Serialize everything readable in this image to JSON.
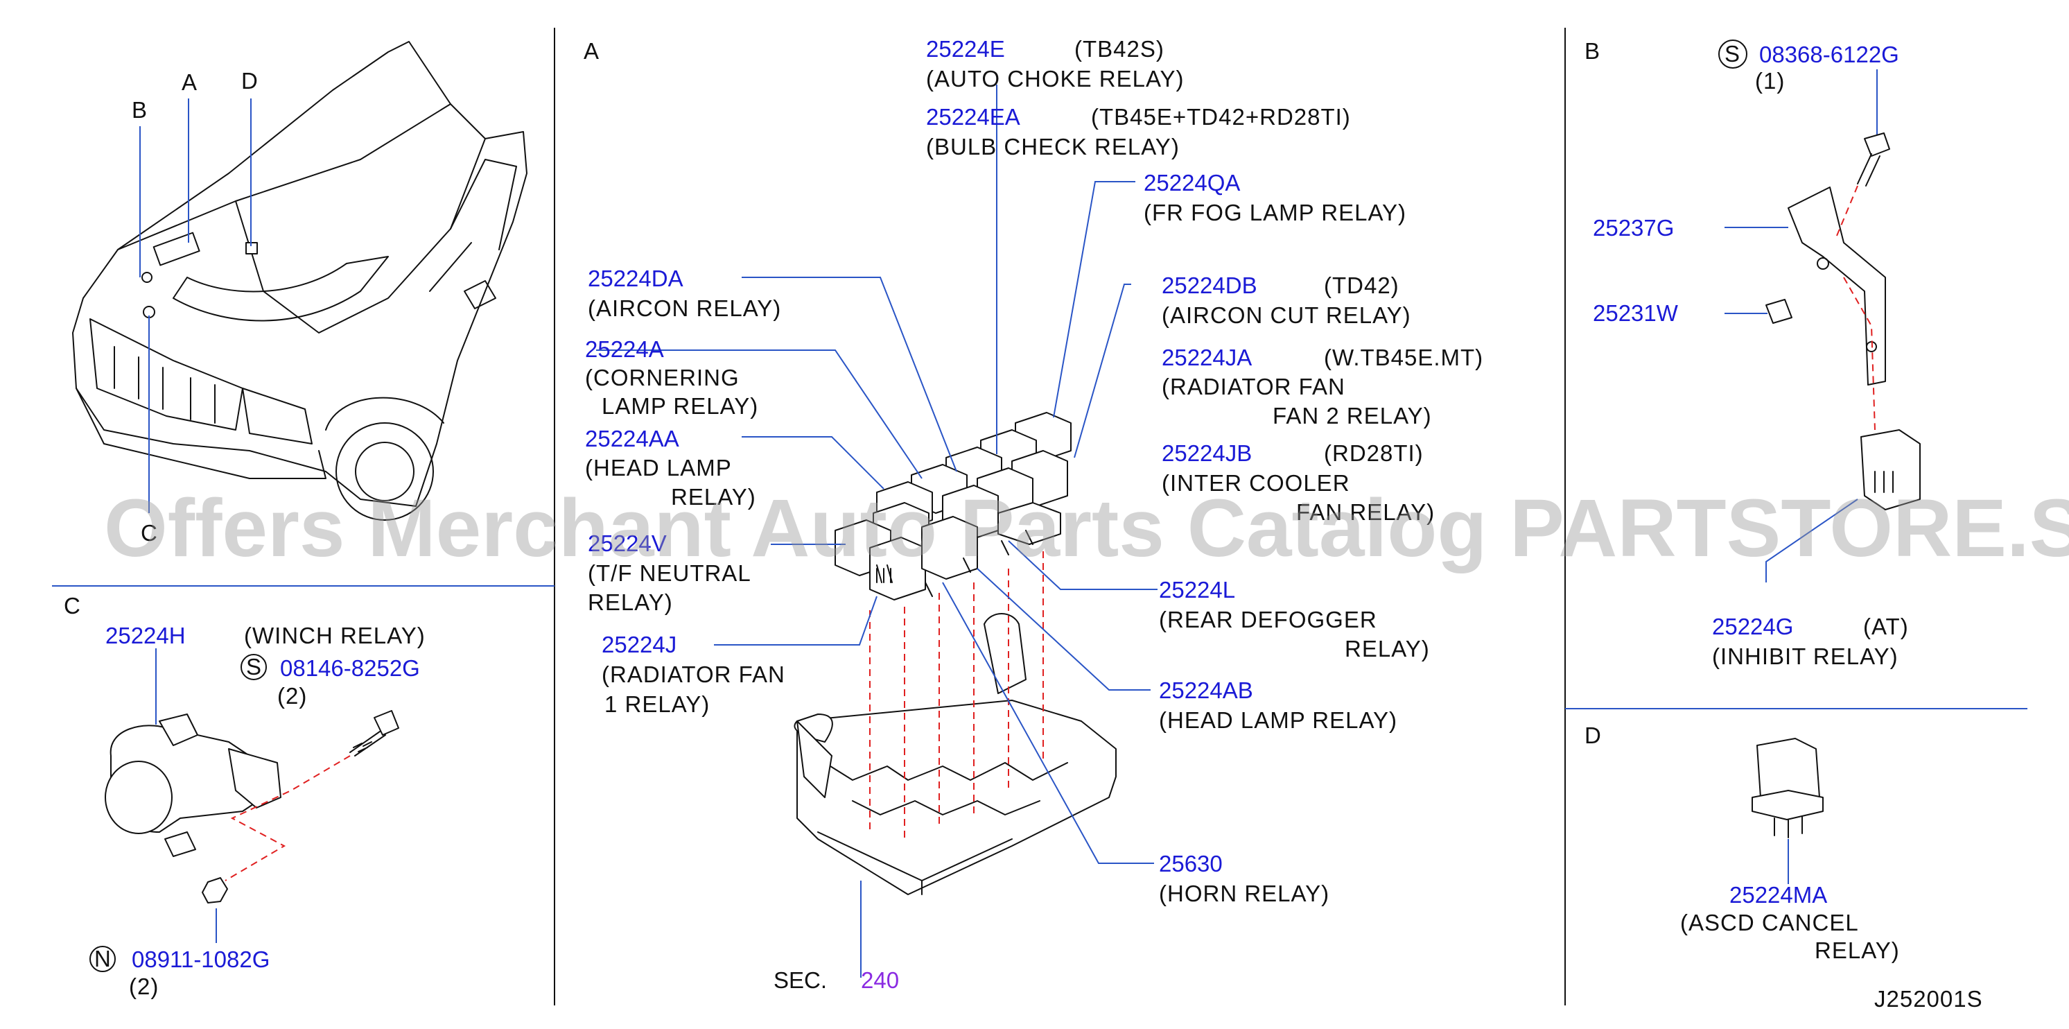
{
  "sections": {
    "A": "A",
    "B": "B",
    "C": "C",
    "D": "D",
    "vehicle_callouts": {
      "a": "A",
      "b": "B",
      "c": "C",
      "d": "D"
    }
  },
  "section_a": {
    "r_25224E": {
      "pn": "25224E",
      "note": "(TB42S)",
      "desc": "(AUTO  CHOKE  RELAY)"
    },
    "r_25224EA": {
      "pn": "25224EA",
      "note": "(TB45E+TD42+RD28TI)",
      "desc": "(BULB  CHECK  RELAY)"
    },
    "r_25224QA": {
      "pn": "25224QA",
      "desc": "(FR  FOG  LAMP  RELAY)"
    },
    "r_25224DA": {
      "pn": "25224DA",
      "desc": "(AIRCON  RELAY)"
    },
    "r_25224DB": {
      "pn": "25224DB",
      "note": "(TD42)",
      "desc": "(AIRCON  CUT  RELAY)"
    },
    "r_25224A": {
      "pn": "25224A",
      "desc1": "(CORNERING",
      "desc2": "LAMP  RELAY)"
    },
    "r_25224JA": {
      "pn": "25224JA",
      "note": "(W.TB45E.MT)",
      "desc1": "(RADIATOR  FAN",
      "desc2": "FAN  2  RELAY)"
    },
    "r_25224AA": {
      "pn": "25224AA",
      "desc1": "(HEAD  LAMP",
      "desc2": "RELAY)"
    },
    "r_25224JB": {
      "pn": "25224JB",
      "note": "(RD28TI)",
      "desc1": "(INTER  COOLER",
      "desc2": "FAN  RELAY)"
    },
    "r_25224V": {
      "pn": "25224V",
      "desc1": "(T/F  NEUTRAL",
      "desc2": "RELAY)"
    },
    "r_25224L": {
      "pn": "25224L",
      "desc1": "(REAR  DEFOGGER",
      "desc2": "RELAY)"
    },
    "r_25224J": {
      "pn": "25224J",
      "desc1": "(RADIATOR  FAN",
      "desc2": "1  RELAY)"
    },
    "r_25224AB": {
      "pn": "25224AB",
      "desc": "(HEAD  LAMP  RELAY)"
    },
    "r_25630": {
      "pn": "25630",
      "desc": "(HORN  RELAY)"
    },
    "sec_label": "SEC.",
    "sec_ref": "240"
  },
  "section_b": {
    "bolt": {
      "symbol": "S",
      "pn": "08368-6122G",
      "qty": "(1)"
    },
    "bracket": {
      "pn": "25237G"
    },
    "clip": {
      "pn": "25231W"
    },
    "relay": {
      "pn": "25224G",
      "note": "(AT)",
      "desc": "(INHIBIT  RELAY)"
    }
  },
  "section_c": {
    "relay": {
      "pn": "25224H",
      "desc": "(WINCH  RELAY)"
    },
    "bolt": {
      "symbol": "S",
      "pn": "08146-8252G",
      "qty": "(2)"
    },
    "nut": {
      "symbol": "N",
      "pn": "08911-1082G",
      "qty": "(2)"
    }
  },
  "section_d": {
    "relay": {
      "pn": "25224MA",
      "desc1": "(ASCD  CANCEL",
      "desc2": "RELAY)"
    }
  },
  "diagram_code": "J252001S",
  "watermark": "Offers Merchant Auto Parts Catalog PARTSTORE.SA",
  "colors": {
    "part_number": "#1a1ad6",
    "section_ref": "#8a2be2",
    "leader": "#2a55c6",
    "dashed": "#e02020"
  }
}
